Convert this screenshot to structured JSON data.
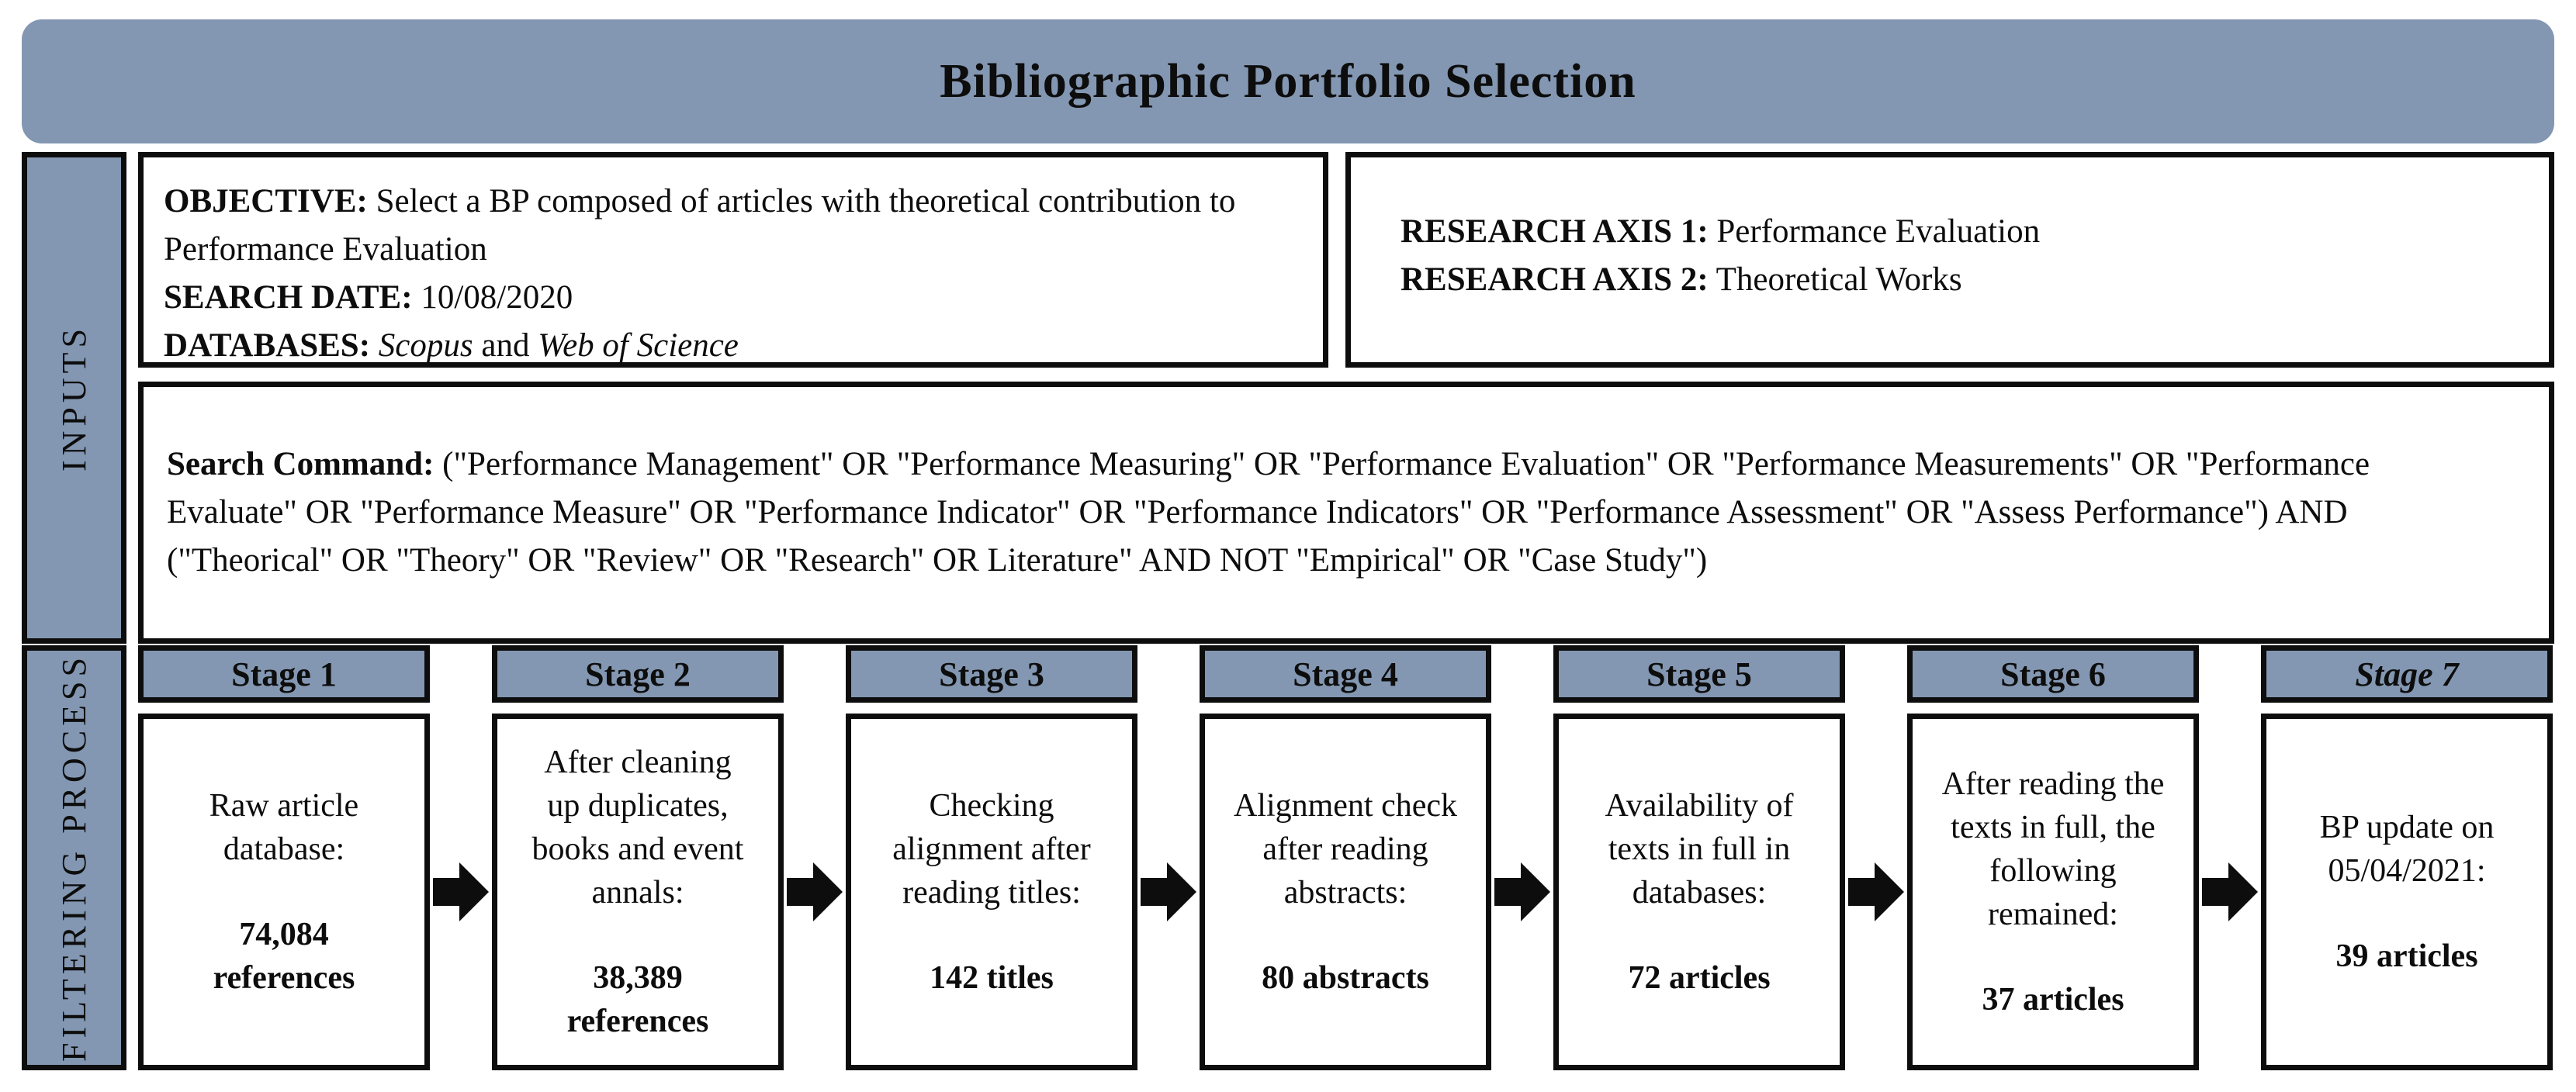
{
  "title": "Bibliographic Portfolio Selection",
  "colors": {
    "accent_blue": "#8397B2",
    "border_black": "#0d0d0d",
    "text_black": "#0d0d0d",
    "background": "#ffffff"
  },
  "sidebar": {
    "inputs_label": "INPUTS",
    "filtering_label": "FILTERING PROCESS"
  },
  "objective_box": {
    "objective_label": "OBJECTIVE:",
    "objective_text": "Select a BP composed of articles with theoretical contribution to Performance Evaluation",
    "search_date_label": "SEARCH DATE:",
    "search_date_value": "10/08/2020",
    "databases_label": "DATABASES:",
    "database_1": "Scopus",
    "databases_conjunction": "and",
    "database_2": "Web of Science"
  },
  "research_axis_box": {
    "axis1_label": "RESEARCH AXIS 1:",
    "axis1_value": "Performance Evaluation",
    "axis2_label": "RESEARCH AXIS 2:",
    "axis2_value": "Theoretical Works"
  },
  "search_command_box": {
    "label": "Search Command:",
    "command": "(\"Performance Management\" OR \"Performance Measuring\" OR \"Performance Evaluation\" OR \"Performance Measurements\" OR \"Performance Evaluate\" OR \"Performance Measure\" OR \"Performance Indicator\" OR \"Performance Indicators\" OR \"Performance Assessment\" OR \"Assess Performance\") AND (\"Theorical\" OR \"Theory\" OR \"Review\" OR \"Research\" OR Literature\" AND NOT \"Empirical\" OR \"Case Study\")",
    "line1": "(\"Performance Management\" OR \"Performance Measuring\" OR \"Performance Evaluation\" OR \"Performance Measurements\" OR \"Performance",
    "line2": "Evaluate\" OR \"Performance Measure\" OR \"Performance Indicator\" OR \"Performance Indicators\" OR \"Performance Assessment\" OR \"Assess Performance\") AND",
    "line3": "(\"Theorical\" OR \"Theory\" OR \"Review\" OR \"Research\" OR Literature\" AND NOT \"Empirical\" OR \"Case Study\")"
  },
  "stages": [
    {
      "header": "Stage 1",
      "description": "Raw article database:",
      "result": "74,084 references"
    },
    {
      "header": "Stage 2",
      "description": "After cleaning up duplicates, books and event annals:",
      "result": "38,389 references"
    },
    {
      "header": "Stage 3",
      "description": "Checking alignment after reading titles:",
      "result": "142 titles"
    },
    {
      "header": "Stage 4",
      "description": "Alignment check after reading abstracts:",
      "result": "80 abstracts"
    },
    {
      "header": "Stage 5",
      "description": "Availability of texts in full in databases:",
      "result": "72 articles"
    },
    {
      "header": "Stage 6",
      "description": "After reading the texts in full, the following remained:",
      "result": "37 articles"
    },
    {
      "header": "Stage 7",
      "description": "BP update on 05/04/2021:",
      "result": "39 articles"
    }
  ],
  "icons": {
    "flow_arrow": "right-block-arrow"
  }
}
